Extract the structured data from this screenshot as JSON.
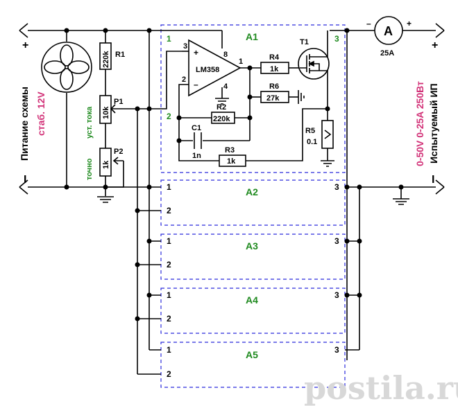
{
  "left": {
    "title": "Питание схемы",
    "spec": "стаб. 12V",
    "plus": "+",
    "minus": "I"
  },
  "right": {
    "title": "Испытуемый ИП",
    "spec": "0-50V 0-25A 250Вт",
    "plus": "+",
    "minus": "I"
  },
  "ammeter": {
    "symbol": "A",
    "rating": "25A",
    "minus": "–",
    "plus": "+"
  },
  "components": {
    "R1": {
      "ref": "R1",
      "value": "220k"
    },
    "P1": {
      "ref": "P1",
      "value": "10k",
      "label": "уст. тока"
    },
    "P2": {
      "ref": "P2",
      "value": "1k",
      "label": "точно"
    },
    "opamp": {
      "name": "LM358",
      "plus": "+",
      "minus": "–"
    },
    "R2": {
      "ref": "R2",
      "value": "220k"
    },
    "C1": {
      "ref": "C1",
      "value": "1n"
    },
    "R3": {
      "ref": "R3",
      "value": "1k"
    },
    "R4": {
      "ref": "R4",
      "value": "1k"
    },
    "R6": {
      "ref": "R6",
      "value": "27k"
    },
    "R5": {
      "ref": "R5",
      "value": "0.1"
    },
    "T1": {
      "ref": "T1"
    }
  },
  "pins": {
    "p3": "3",
    "p8": "8",
    "p1": "1",
    "p2": "2",
    "p4": "4"
  },
  "modules": [
    {
      "name": "A1",
      "pin1": "1",
      "pin2": "2",
      "pin3": "3"
    },
    {
      "name": "A2",
      "pin1": "1",
      "pin2": "2",
      "pin3": "3"
    },
    {
      "name": "A3",
      "pin1": "1",
      "pin2": "2",
      "pin3": "3"
    },
    {
      "name": "A4",
      "pin1": "1",
      "pin2": "2",
      "pin3": "3"
    },
    {
      "name": "A5",
      "pin1": "1",
      "pin2": "2",
      "pin3": "3"
    }
  ],
  "watermark": "postila.ru"
}
